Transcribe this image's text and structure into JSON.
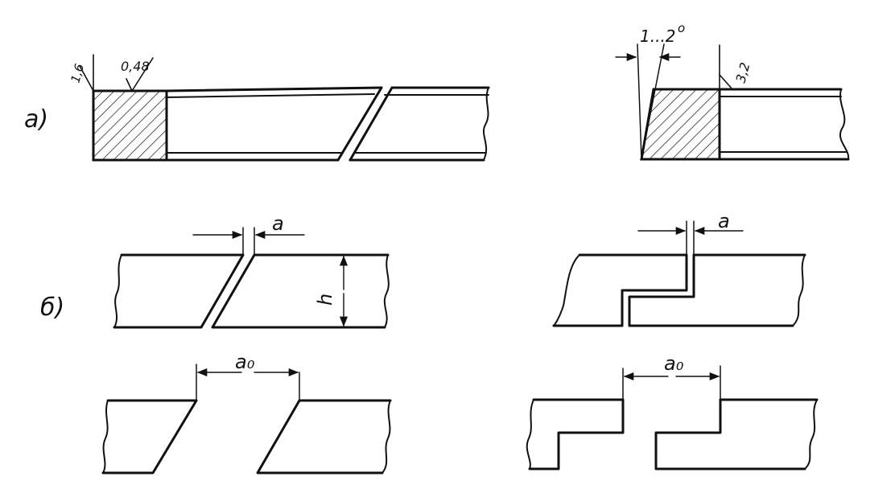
{
  "labels": {
    "view_a": "а)",
    "view_b": "б)",
    "rough_1": "1,6",
    "rough_2": "0,48",
    "angle": "1...2",
    "degree": "o",
    "rough_3": "3,2",
    "gap_a_left": "a",
    "gap_a_right": "a",
    "height": "h",
    "gap_a0_left": "a₀",
    "gap_a0_right": "a₀"
  },
  "colors": {
    "ink": "#111111",
    "paper": "#ffffff"
  }
}
